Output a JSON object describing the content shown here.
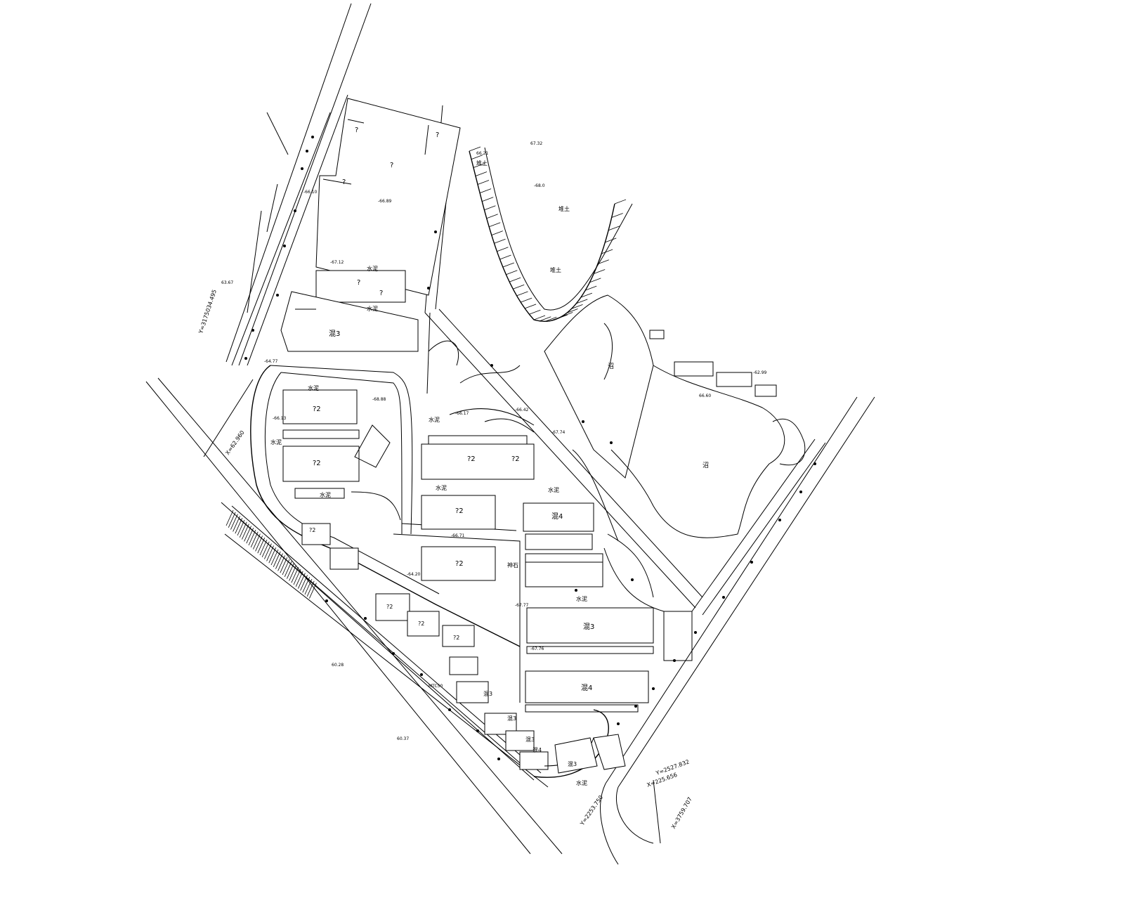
{
  "colors": {
    "line": "#000000",
    "background": "#ffffff"
  },
  "building_labels": [
    {
      "id": "n-top-left",
      "text": "?"
    },
    {
      "id": "n-top-mid",
      "text": "?"
    },
    {
      "id": "n-top-right",
      "text": "?"
    },
    {
      "id": "n-upper-mid",
      "text": "?"
    },
    {
      "id": "n-left-small",
      "text": "?"
    },
    {
      "id": "n-long",
      "text": "?"
    },
    {
      "id": "n-mix3",
      "text": "混3"
    },
    {
      "id": "n-shuini-1",
      "text": "水泥"
    },
    {
      "id": "n-shuini-2",
      "text": "水泥"
    },
    {
      "id": "n-a1",
      "text": "?2"
    },
    {
      "id": "n-a2",
      "text": "?2"
    },
    {
      "id": "n-b1",
      "text": "?2"
    },
    {
      "id": "n-b2",
      "text": "?2"
    },
    {
      "id": "n-c1",
      "text": "?2"
    },
    {
      "id": "n-d1",
      "text": "?2"
    },
    {
      "id": "n-mix4a",
      "text": "混4"
    },
    {
      "id": "n-mix3b",
      "text": "混3"
    },
    {
      "id": "n-mix4b",
      "text": "混4"
    },
    {
      "id": "n-shuini-3",
      "text": "水泥"
    },
    {
      "id": "n-shuini-4",
      "text": "水泥"
    },
    {
      "id": "n-shuini-5",
      "text": "水泥"
    },
    {
      "id": "n-shuini-6",
      "text": "水泥"
    },
    {
      "id": "n-shuini-7",
      "text": "水泥"
    },
    {
      "id": "n-shuini-8",
      "text": "水泥"
    },
    {
      "id": "n-sm1",
      "text": "?2"
    },
    {
      "id": "n-sm2",
      "text": "?2"
    },
    {
      "id": "n-sm3",
      "text": "?2"
    },
    {
      "id": "n-sm4",
      "text": "?2"
    },
    {
      "id": "n-mix3c",
      "text": "混3"
    },
    {
      "id": "n-mix3d",
      "text": "混3"
    },
    {
      "id": "n-mix3e",
      "text": "混3"
    },
    {
      "id": "n-mix4c",
      "text": "混4"
    },
    {
      "id": "n-mix3f",
      "text": "混3"
    },
    {
      "id": "n-shuini-9",
      "text": "水泥"
    },
    {
      "id": "n-shuini-10",
      "text": "水泥"
    },
    {
      "id": "n-zhao1",
      "text": "沼"
    },
    {
      "id": "n-zhao2",
      "text": "沼"
    },
    {
      "id": "n-du1",
      "text": "堆土"
    },
    {
      "id": "n-du2",
      "text": "堆土"
    },
    {
      "id": "n-du3",
      "text": "堆土"
    },
    {
      "id": "n-shenshi",
      "text": "神石"
    }
  ],
  "elevations": [
    {
      "id": "e1",
      "text": "-66.89"
    },
    {
      "id": "e2",
      "text": "-67.12"
    },
    {
      "id": "e3",
      "text": "67.32"
    },
    {
      "id": "e4",
      "text": "-68.0"
    },
    {
      "id": "e5",
      "text": "66.21"
    },
    {
      "id": "e6",
      "text": "-68.88"
    },
    {
      "id": "e7",
      "text": "-66.42"
    },
    {
      "id": "e8",
      "text": "-66.17"
    },
    {
      "id": "e9",
      "text": "-66.13"
    },
    {
      "id": "e10",
      "text": "-67.74"
    },
    {
      "id": "e11",
      "text": "-66.71"
    },
    {
      "id": "e12",
      "text": "-67.76"
    },
    {
      "id": "e13",
      "text": "-67.77"
    },
    {
      "id": "e14",
      "text": "63.67"
    },
    {
      "id": "e15",
      "text": "-66.10"
    },
    {
      "id": "e16",
      "text": "-64.77"
    },
    {
      "id": "e17",
      "text": "-62.99"
    },
    {
      "id": "e18",
      "text": "66.60"
    },
    {
      "id": "e19",
      "text": "-64.20"
    },
    {
      "id": "e20",
      "text": "60.28"
    },
    {
      "id": "e21",
      "text": "60.37"
    }
  ],
  "coordinates": [
    {
      "id": "c-left",
      "text": "Y=3175034.495"
    },
    {
      "id": "c-mid",
      "text": "X=62.960"
    },
    {
      "id": "c-bottom",
      "text": "Y=2253.750"
    },
    {
      "id": "c-br1",
      "text": "Y=2527.832"
    },
    {
      "id": "c-br2",
      "text": "X=225.656"
    },
    {
      "id": "c-br3",
      "text": "X=3759.707"
    },
    {
      "id": "c-road",
      "text": "MTC50"
    }
  ]
}
